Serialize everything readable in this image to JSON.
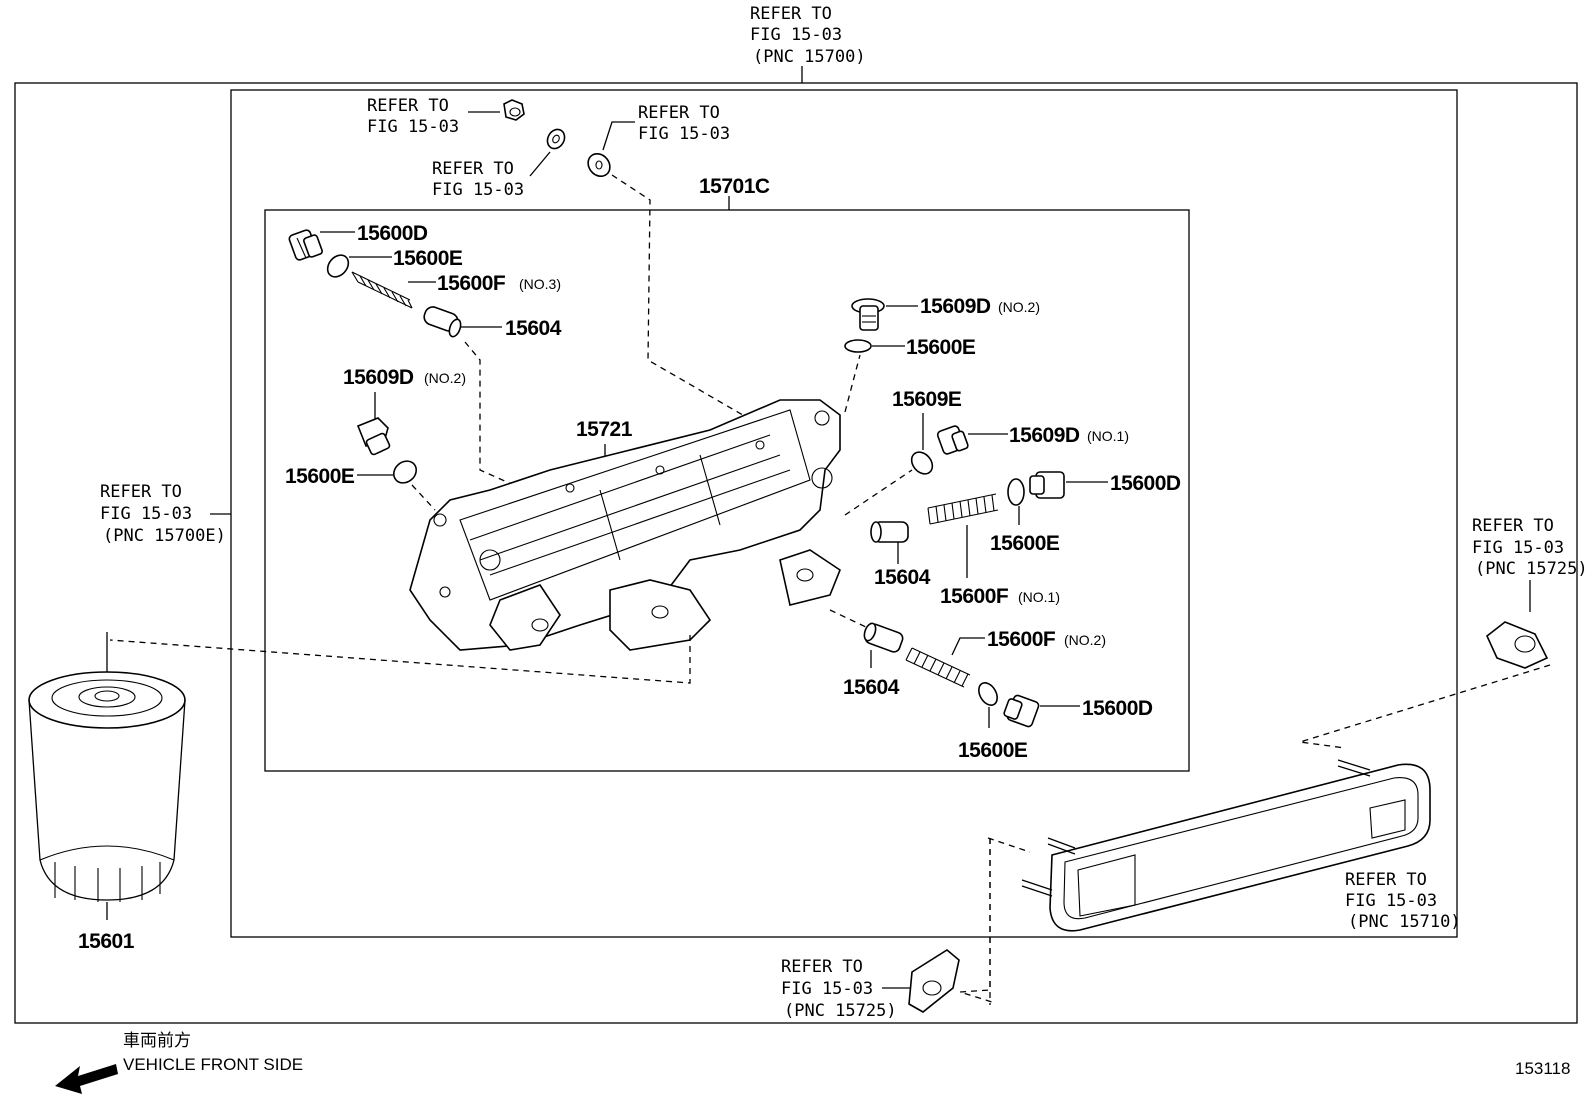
{
  "diagram": {
    "refer": {
      "top_center": [
        "REFER TO",
        "FIG 15-03",
        "(PNC 15700)"
      ],
      "nut": [
        "REFER TO",
        "FIG 15-03"
      ],
      "washer_mid": [
        "REFER TO",
        "FIG 15-03"
      ],
      "washer_right": [
        "REFER TO",
        "FIG 15-03"
      ],
      "left": [
        "REFER TO",
        "FIG 15-03",
        "(PNC 15700E)"
      ],
      "right_gasket": [
        "REFER TO",
        "FIG 15-03",
        "(PNC 15725)"
      ],
      "cooler": [
        "REFER TO",
        "FIG 15-03",
        "(PNC 15710)"
      ],
      "bottom_gasket": [
        "REFER TO",
        "FIG 15-03",
        "(PNC 15725)"
      ]
    },
    "parts": {
      "p15701c": "15701C",
      "p15721": "15721",
      "p15601": "15601",
      "tl_15600d": "15600D",
      "tl_15600e": "15600E",
      "tl_15600f": "15600F",
      "tl_15600f_note": "(NO.3)",
      "tl_15604": "15604",
      "l_15609d": "15609D",
      "l_15609d_note": "(NO.2)",
      "l_15600e": "15600E",
      "tr_15609d": "15609D",
      "tr_15609d_note": "(NO.2)",
      "tr_15600e": "15600E",
      "r_15609e": "15609E",
      "r_15609d": "15609D",
      "r_15609d_note": "(NO.1)",
      "r_15600d": "15600D",
      "r_15600e": "15600E",
      "r_15604": "15604",
      "r_15600f": "15600F",
      "r_15600f_note": "(NO.1)",
      "b_15600f": "15600F",
      "b_15600f_note": "(NO.2)",
      "b_15604": "15604",
      "b_15600d": "15600D",
      "b_15600e": "15600E"
    },
    "front_jp": "車両前方",
    "front_en": "VEHICLE FRONT SIDE",
    "figure_id": "153118"
  }
}
